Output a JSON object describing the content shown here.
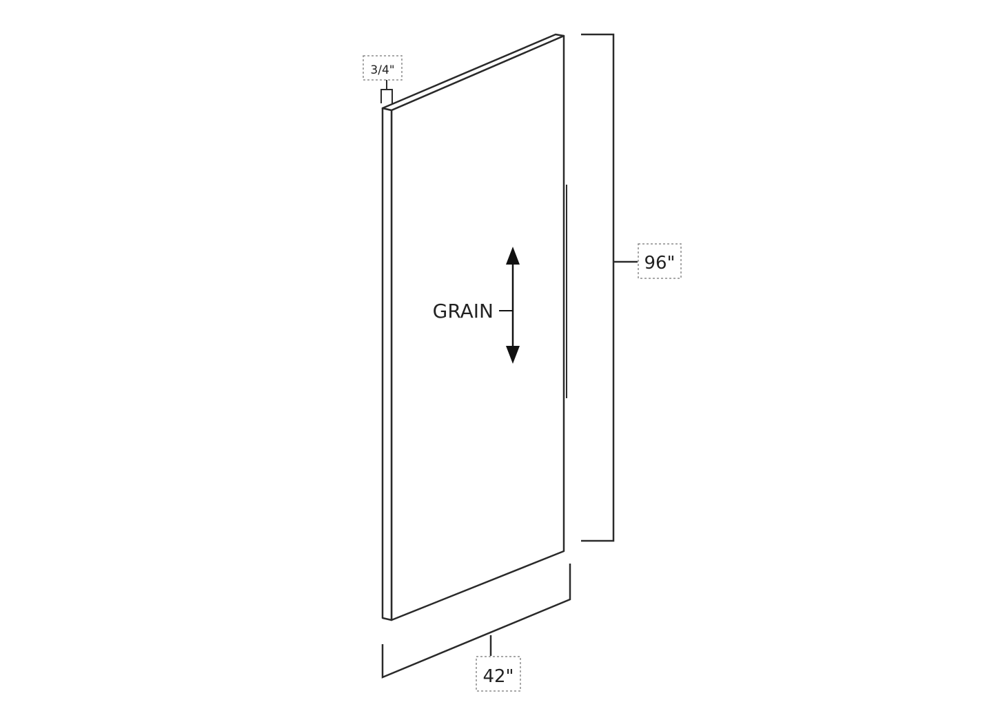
{
  "panel": {
    "thickness_label": "3/4\"",
    "height_label": "96\"",
    "width_label": "42\"",
    "grain_label": "GRAIN"
  },
  "colors": {
    "line": "#2a2a2a",
    "dim_box_border": "#8a8a8a",
    "background": "#ffffff"
  }
}
